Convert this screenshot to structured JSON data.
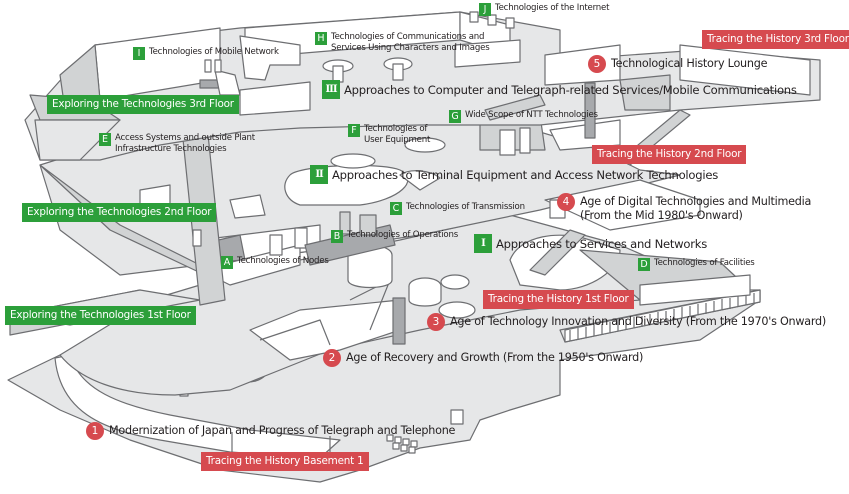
{
  "floor_tags": {
    "history_3f": "Tracing the History 3rd Floor",
    "history_2f": "Tracing the History 2nd Floor",
    "history_1f": "Tracing the History 1st Floor",
    "history_b1": "Tracing the History Basement 1",
    "explore_3f": "Exploring the Technologies 3rd Floor",
    "explore_2f": "Exploring the Technologies 2nd Floor",
    "explore_1f": "Exploring the Technologies 1st Floor"
  },
  "colors": {
    "exploring_green": "#2c9f3a",
    "history_red": "#d64a4f",
    "floor_gray": "#e6e7e8",
    "outline_gray": "#6d6e71"
  },
  "zones": {
    "A": {
      "badge": "A",
      "text": "Technologies of Nodes"
    },
    "B": {
      "badge": "B",
      "text": "Technologies of Operations"
    },
    "C": {
      "badge": "C",
      "text": "Technologies of Transmission"
    },
    "D": {
      "badge": "D",
      "text": "Technologies of Facilities"
    },
    "E": {
      "badge": "E",
      "lines": [
        "Access Systems and outside Plant",
        "Infrastructure Technologies"
      ]
    },
    "F": {
      "badge": "F",
      "lines": [
        "Technologies of",
        "User Equipment"
      ]
    },
    "G": {
      "badge": "G",
      "text": "Wide Scope of  NTT Technologies"
    },
    "H": {
      "badge": "H",
      "lines": [
        "Technologies of Communications and",
        "Services Using Characters and Images"
      ]
    },
    "I": {
      "badge": "I",
      "text": "Technologies of Mobile Network"
    },
    "J": {
      "badge": "J",
      "text": "Technologies of the Internet"
    }
  },
  "approaches": [
    {
      "badge": "I",
      "text": "Approaches to Services and Networks"
    },
    {
      "badge": "II",
      "text": "Approaches to Terminal Equipment and Access Network Technologies"
    },
    {
      "badge": "III",
      "text": "Approaches to Computer and Telegraph-related Services/Mobile Communications"
    }
  ],
  "eras": [
    {
      "badge": "1",
      "text": "Modernization of Japan and Progress of Telegraph and Telephone"
    },
    {
      "badge": "2",
      "text": "Age of Recovery and Growth (From the 1950's Onward)"
    },
    {
      "badge": "3",
      "text": "Age of Technology Innovation and Diversity (From the 1970's Onward)"
    },
    {
      "badge": "4",
      "lines": [
        "Age of Digital Technologies and Multimedia",
        "(From the Mid 1980's Onward)"
      ]
    },
    {
      "badge": "5",
      "text": "Technological History Lounge"
    }
  ]
}
